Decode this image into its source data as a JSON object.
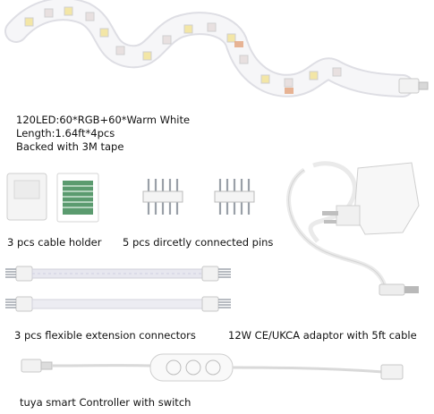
{
  "strip_spec": {
    "line1": "120LED:60*RGB+60*Warm White",
    "line2": "Length:1.64ft*4pcs",
    "line3": "Backed with 3M tape"
  },
  "captions": {
    "cable_holder": "3 pcs cable holder",
    "pins": "5 pcs dircetly connected pins",
    "extension": "3 pcs flexible extension connectors",
    "adaptor": "12W CE/UKCA adaptor with 5ft cable",
    "controller": "tuya smart Controller with switch"
  },
  "colors": {
    "strip": "#f4f4f6",
    "led_warm": "#f3e6a6",
    "led_rgb": "#e8e0e0",
    "connector_pins": "#9aa0a8",
    "cable": "#eeeeee",
    "tape_green": "#3e8a56"
  }
}
